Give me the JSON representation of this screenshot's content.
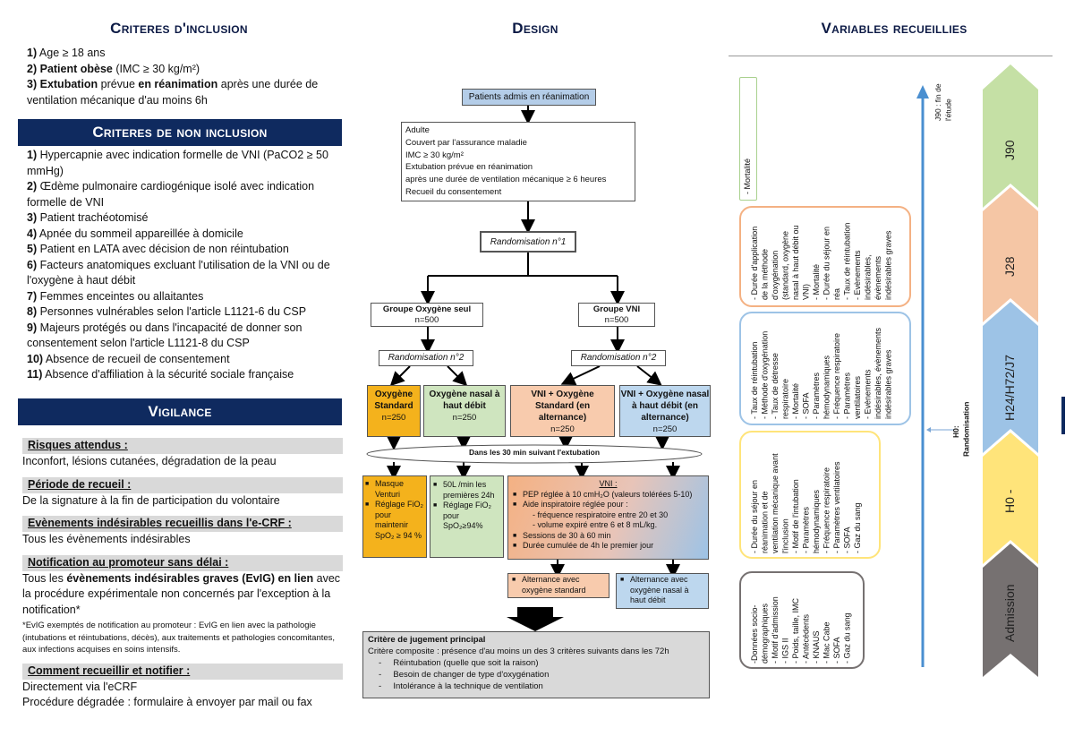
{
  "headers": {
    "inclusion": "Criteres d'inclusion",
    "non_inclusion": "Criteres de non inclusion",
    "vigilance": "Vigilance",
    "design": "Design",
    "variables": "Variables recueillies"
  },
  "inclusion": [
    {
      "num": "1)",
      "pre": "",
      "bold": "",
      "post": " Age ≥ 18 ans"
    },
    {
      "num": "2)",
      "pre": " ",
      "bold": "Patient obèse",
      "post": " (IMC ≥ 30 kg/m²)"
    },
    {
      "num": "3)",
      "pre": " ",
      "bold": "Extubation",
      "post": " prévue ",
      "bold2": "en réanimation",
      "post2": " après une durée de ventilation mécanique d'au moins 6h"
    }
  ],
  "non_inclusion": [
    {
      "num": "1)",
      "text": " Hypercapnie avec indication formelle de VNI (PaCO2 ≥ 50 mmHg)"
    },
    {
      "num": "2)",
      "text": " Œdème pulmonaire cardiogénique isolé avec indication formelle de VNI"
    },
    {
      "num": "3)",
      "text": " Patient trachéotomisé"
    },
    {
      "num": "4)",
      "text": " Apnée du sommeil appareillée à domicile"
    },
    {
      "num": "5)",
      "text": " Patient en LATA avec décision de non réintubation"
    },
    {
      "num": "6)",
      "text": " Facteurs anatomiques excluant l'utilisation de la VNI ou de l'oxygène à haut débit"
    },
    {
      "num": "7)",
      "text": " Femmes enceintes ou allaitantes"
    },
    {
      "num": "8)",
      "text": " Personnes vulnérables selon l'article L1121-6 du CSP"
    },
    {
      "num": "9)",
      "text": " Majeurs protégés ou dans l'incapacité de donner son consentement selon l'article L1121-8 du CSP"
    },
    {
      "num": "10)",
      "text": " Absence de recueil de consentement"
    },
    {
      "num": "11)",
      "text": " Absence d'affiliation à la sécurité sociale française"
    }
  ],
  "vigilance": {
    "risques_title": "Risques attendus :",
    "risques_text": "Inconfort, lésions cutanées, dégradation de la peau",
    "periode_title": "Période de recueil :",
    "periode_text": "De la signature à la fin de participation du volontaire",
    "ei_title": "Evènements indésirables recueillis dans l'e-CRF :",
    "ei_text": "Tous les évènements indésirables",
    "notif_title": "Notification au promoteur sans délai :",
    "notif_pre": "Tous les ",
    "notif_bold": "évènements indésirables graves (EvIG) en lien",
    "notif_post": " avec la procédure expérimentale non concernés par l'exception à la notification*",
    "notif_note": "*EvIG exemptés de notification au promoteur : EvIG en lien avec la pathologie (intubations et réintubations, décès), aux traitements et pathologies concomitantes, aux infections acquises en soins intensifs.",
    "comment_title": "Comment recueillir et notifier :",
    "comment_line1": "Directement via l'eCRF",
    "comment_line2": "Procédure dégradée : formulaire à envoyer par mail ou fax"
  },
  "design": {
    "admis": "Patients admis en réanimation",
    "criteria": [
      "Adulte",
      "Couvert par l'assurance maladie",
      "IMC ≥ 30 kg/m²",
      "Extubation prévue en réanimation",
      "après une durée de ventilation mécanique ≥ 6 heures",
      "Recueil du consentement"
    ],
    "rando1": "Randomisation n°1",
    "group_o2": "Groupe Oxygène seul",
    "group_o2_n": "n=500",
    "group_vni": "Groupe VNI",
    "group_vni_n": "n=500",
    "rando2a": "Randomisation n°2",
    "rando2b": "Randomisation n°2",
    "arm1": "Oxygène Standard",
    "arm1_n": "n=250",
    "arm2": "Oxygène nasal à haut débit",
    "arm2_n": "n=250",
    "arm3": "VNI + Oxygène Standard (en alternance)",
    "arm3_n": "n=250",
    "arm4": "VNI + Oxygène nasal à haut débit (en alternance)",
    "arm4_n": "n=250",
    "within30": "Dans les 30 min suivant l'extubation",
    "masque": [
      "Masque Venturi",
      "Réglage FiO₂ pour maintenir SpO₂ ≥ 94 %"
    ],
    "hfno": [
      "50L /min les premières 24h",
      "Réglage FiO₂ pour SpO₂≥94%"
    ],
    "vni_title": "VNI :",
    "vni_items": [
      "PEP réglée à 10 cmH₂O (valeurs tolérées 5-10)",
      "Aide inspiratoire réglée pour :",
      "fréquence respiratoire entre 20 et 30",
      "volume expiré entre 6 et 8 mL/kg.",
      "Sessions de 30 à 60 min",
      "Durée cumulée de 4h le premier jour"
    ],
    "alt1": "Alternance avec oxygène standard",
    "alt2": "Alternance avec oxygène nasal à haut débit",
    "jugement_title": "Critère de jugement principal",
    "jugement_desc": "Critère composite : présence d'au moins un des 3 critères suivants dans les 72h",
    "jugement_items": [
      "Réintubation (quelle que soit la raison)",
      "Besoin de changer de type d'oxygénation",
      "Intolérance à la technique de ventilation"
    ]
  },
  "variables": {
    "timeline_end": "J90 : fin de l'étude",
    "h0_label": "H0:",
    "h0_sub": "Randomisation",
    "chevrons": [
      "J90",
      "J28",
      "H24/H72/J7",
      "H0 -",
      "Admission"
    ],
    "colors": [
      "#c5e0a5",
      "#f5c6a5",
      "#9dc3e6",
      "#ffe47a",
      "#767171"
    ],
    "box_j90": "- Mortalité",
    "box_j28": "- Durée d'application\nde la méthode\nd'oxygénation\n(standard, oxygène\nnasal à haut débit ou\nVNI)\n- Mortalité\n- Durée du séjour en\nréa\n- Taux de réintubation\n- Evènements\nindésirables,\névènements\nindésirables graves",
    "box_h24": "- Taux de réintubation\n- Méthode d'oxygénation\n- Taux de détresse\nrespiratoire\n- Mortalité\n- SOFA\n- Paramètres\nhémodynamiques\n- Fréquence respiratoire\n- Paramètres\nventilatoires\n- Evènements\nindésirables, évènements\nindésirables graves",
    "box_h0": "- Durée du séjour en\nréanimation et de\nventilation mécanique avant\nl'inclusion\n- Motif de l'intubation\n- Paramètres\nhémodynamiques\n- Fréquence respiratoire\n- Paramètres ventilatoires\n- SOFA\n- Gaz du sang",
    "box_adm": "-Données socio-\ndémographiques\n- Motif d'admission\n- IGS II\n- Poids, taille, IMC\n- Antécédents\n- KNAUS\n- Mac Cabe\n- SOFA\n- Gaz du sang"
  }
}
